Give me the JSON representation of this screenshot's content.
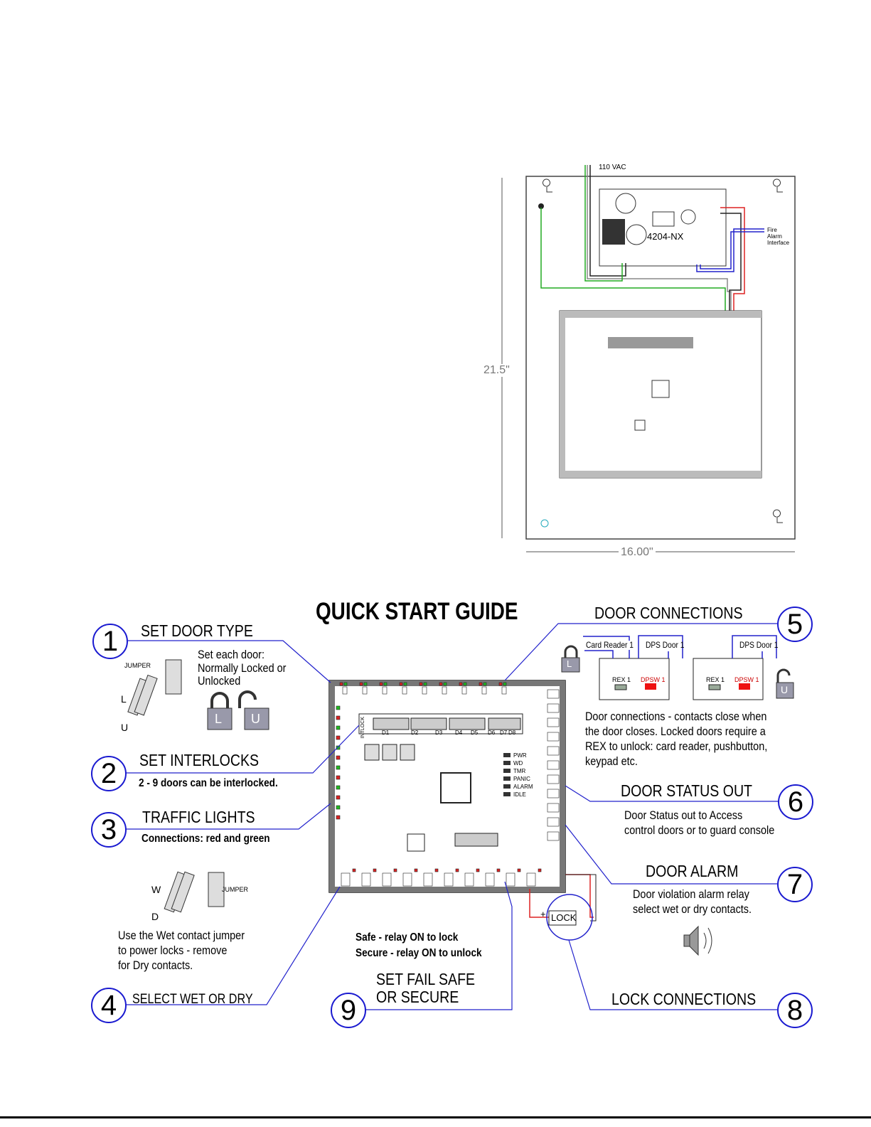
{
  "enclosure": {
    "power_label": "110 VAC",
    "psu_model": "4204-NX",
    "fire_alarm_label": "Fire Alarm Interface",
    "height_dim": "21.5\"",
    "width_dim": "16.00\""
  },
  "title": "QUICK START GUIDE",
  "steps": [
    {
      "num": "1",
      "title": "SET DOOR TYPE",
      "desc": "Set each  door: Normally Locked or Unlocked",
      "jumper": "JUMPER",
      "pos_l": "L",
      "pos_u": "U"
    },
    {
      "num": "2",
      "title": "SET INTERLOCKS",
      "desc": "2 - 9 doors can be interlocked."
    },
    {
      "num": "3",
      "title": "TRAFFIC LIGHTS",
      "desc": "Connections: red and green"
    },
    {
      "num": "4",
      "title": "SELECT WET OR DRY",
      "desc_lines": [
        "Use the Wet contact  jumper",
        "to power locks - remove",
        "for Dry contacts."
      ],
      "jumper": "JUMPER",
      "pos_w": "W",
      "pos_d": "D"
    },
    {
      "num": "5",
      "title": "DOOR CONNECTIONS",
      "desc_lines": [
        "Door connections - contacts  close when",
        "the door closes. Locked doors require a",
        "REX to unlock: card reader, pushbutton,",
        "keypad etc."
      ],
      "card_reader": "Card Reader 1",
      "dps": "DPS  Door 1",
      "rex": "REX 1",
      "dpsw": "DPSW 1",
      "lock_l": "L",
      "lock_u": "U"
    },
    {
      "num": "6",
      "title": "DOOR STATUS OUT",
      "desc_lines": [
        "Door Status out to Access",
        "control doors or to guard console"
      ]
    },
    {
      "num": "7",
      "title": "DOOR ALARM",
      "desc_lines": [
        "Door violation alarm relay",
        "select wet or dry contacts."
      ]
    },
    {
      "num": "8",
      "title": "LOCK CONNECTIONS",
      "lock_label": "LOCK",
      "plus": "+"
    },
    {
      "num": "9",
      "title_lines": [
        "SET FAIL SAFE",
        "OR SECURE"
      ],
      "desc_lines": [
        "Safe - relay ON to lock",
        "Secure - relay ON to unlock"
      ]
    }
  ],
  "board": {
    "leds": [
      "PWR",
      "WD",
      "TMR",
      "PANIC",
      "ALARM",
      "IDLE"
    ],
    "dip_groups": [
      "D1",
      "D2",
      "D3",
      "D4",
      "D5",
      "D6",
      "D7",
      "D8"
    ],
    "intlock": "INTLOCK"
  }
}
